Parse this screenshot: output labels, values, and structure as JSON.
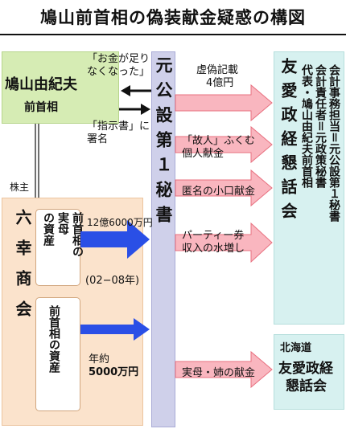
{
  "title": "鳩山前首相の偽装献金疑惑の構図",
  "colors": {
    "arrow_pink": "#f9b6bf",
    "arrow_pink_stroke": "#e8707f",
    "arrow_blue": "#2a4fe6",
    "hatoyama_bg": "#d6ecb4",
    "secretary_bg": "#cfd0ea",
    "party_bg": "#d7f1f0",
    "rokko_bg": "#fbe3cc"
  },
  "hatoyama": {
    "name": "鳩山由紀夫",
    "role": "前首相"
  },
  "secretary": {
    "label": "元公設第１秘書"
  },
  "party": {
    "name": "友愛政経懇話会",
    "details": [
      "会計事務担当＝元公設第１秘書",
      "会計責任者＝元政策秘書",
      "代表・鳩山由紀夫前首相"
    ]
  },
  "hokkaido": {
    "sub": "北海道",
    "line1": "友愛政経",
    "line2": "懇話会"
  },
  "rokko": {
    "name": "六幸商会",
    "shareholder": "株主",
    "mother_asset": [
      "前首相の",
      "実母",
      "の資産"
    ],
    "pm_asset": [
      "前首相の資産"
    ]
  },
  "arrows": {
    "quote_money": [
      "「お金が足り",
      "なくなった」"
    ],
    "quote_order": [
      "「指示書」に",
      "署名"
    ],
    "fake_record": [
      "虚偽記載",
      "4億円"
    ],
    "deceased": [
      "「故人」ふくむ",
      "個人献金"
    ],
    "anonymous": "匿名の小口献金",
    "party_ticket": [
      "パーティー券",
      "収入の水増し"
    ],
    "mother_sister": "実母・姉の献金",
    "amount_mother": "12億6000万円",
    "period": "(02−08年)",
    "amount_pm": [
      "年約",
      "5000万円"
    ]
  }
}
